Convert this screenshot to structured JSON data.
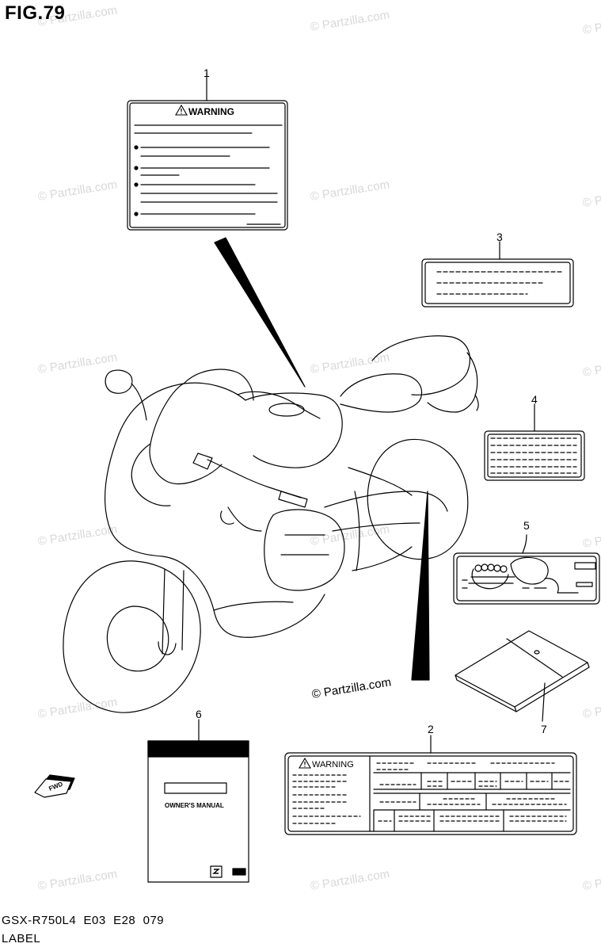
{
  "figure": {
    "title": "FIG.79"
  },
  "footer": {
    "model_code": "GSX-R750L4  E03  E28  079",
    "part_name": "LABEL"
  },
  "watermark": {
    "text": "© Partzilla.com"
  },
  "credit": {
    "text": "© Partzilla.com"
  },
  "callouts": {
    "c1": "1",
    "c2": "2",
    "c3": "3",
    "c4": "4",
    "c5": "5",
    "c6": "6",
    "c7": "7"
  },
  "label1": {
    "heading": "WARNING",
    "icon": "warning-triangle-icon"
  },
  "label2": {
    "heading": "WARNING",
    "icon": "warning-triangle-icon"
  },
  "manual": {
    "title": "OWNER'S MANUAL",
    "logo": "suzuki-logo-icon"
  },
  "fwd": {
    "text": "FWD",
    "icon": "fwd-arrow-icon"
  },
  "colors": {
    "ink": "#000000",
    "watermark": "#d8d8d8"
  }
}
